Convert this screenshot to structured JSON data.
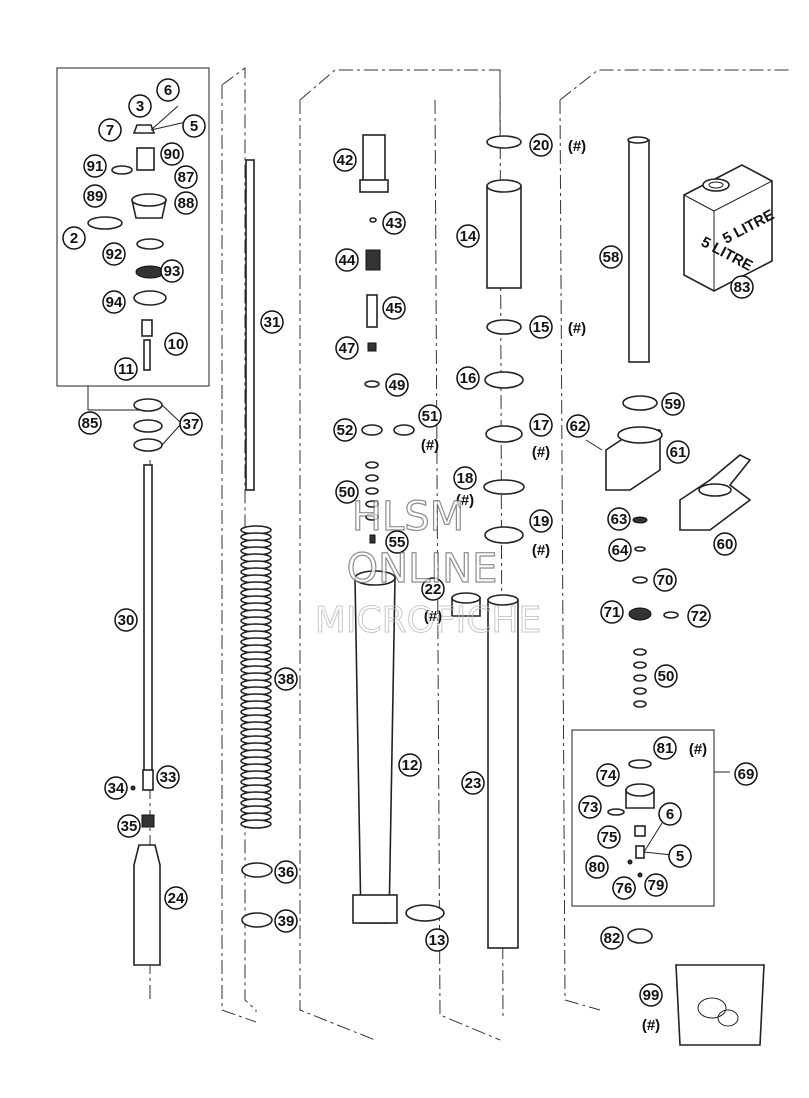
{
  "labels": {
    "p2": "2",
    "p3": "3",
    "p5a": "5",
    "p5b": "5",
    "p6a": "6",
    "p6b": "6",
    "p7": "7",
    "p10": "10",
    "p11": "11",
    "p12": "12",
    "p13": "13",
    "p14": "14",
    "p15": "15",
    "p16": "16",
    "p17": "17",
    "p18": "18",
    "p19": "19",
    "p20": "20",
    "p22": "22",
    "p23": "23",
    "p24": "24",
    "p30": "30",
    "p31": "31",
    "p33": "33",
    "p34": "34",
    "p35": "35",
    "p36": "36",
    "p37": "37",
    "p38": "38",
    "p39": "39",
    "p42": "42",
    "p43": "43",
    "p44": "44",
    "p45": "45",
    "p47": "47",
    "p49": "49",
    "p50a": "50",
    "p50b": "50",
    "p51": "51",
    "p52": "52",
    "p55": "55",
    "p58": "58",
    "p59": "59",
    "p60": "60",
    "p61": "61",
    "p62": "62",
    "p63": "63",
    "p64": "64",
    "p69": "69",
    "p70": "70",
    "p71": "71",
    "p72": "72",
    "p73": "73",
    "p74": "74",
    "p75": "75",
    "p76": "76",
    "p79": "79",
    "p80": "80",
    "p81": "81",
    "p82": "82",
    "p83": "83",
    "p85": "85",
    "p87": "87",
    "p88": "88",
    "p89": "89",
    "p90": "90",
    "p91": "91",
    "p92": "92",
    "p93": "93",
    "p94": "94",
    "p99": "99"
  },
  "hash_mark": "(#)",
  "can_label": "5 LITRE",
  "can_label_side": "5 LITRE",
  "watermark": {
    "line1": "HLSM",
    "line2": "ONLINE",
    "line3": "MICROFICHE"
  }
}
